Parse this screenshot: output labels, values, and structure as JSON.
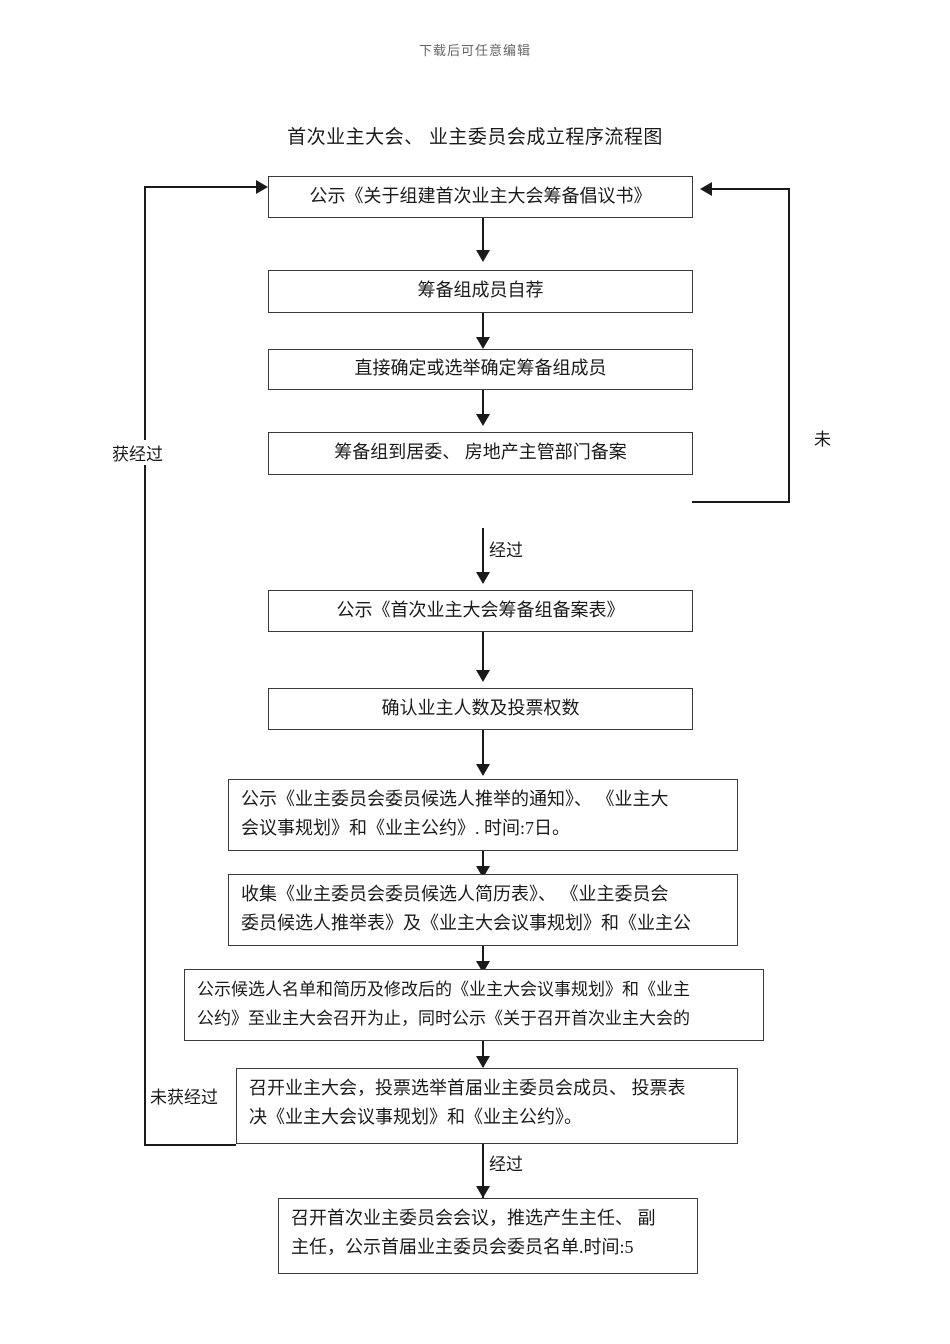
{
  "page": {
    "watermark_header": "下载后可任意编辑",
    "title": "首次业主大会、 业主委员会成立程序流程图"
  },
  "flowchart": {
    "type": "flowchart",
    "orientation": "top-to-bottom",
    "nodes": [
      {
        "id": "n1",
        "label": "公示《关于组建首次业主大会筹备倡议书》",
        "lines": [
          "公示《关于组建首次业主大会筹备倡议书》"
        ]
      },
      {
        "id": "n2",
        "label": "筹备组成员自荐",
        "lines": [
          "筹备组成员自荐"
        ]
      },
      {
        "id": "n3",
        "label": "直接确定或选举确定筹备组成员",
        "lines": [
          "直接确定或选举确定筹备组成员"
        ]
      },
      {
        "id": "n4",
        "label": "筹备组到居委、 房地产主管部门备案",
        "lines": [
          "筹备组到居委、 房地产主管部门备案"
        ]
      },
      {
        "id": "n5",
        "label": "公示《首次业主大会筹备组备案表》",
        "lines": [
          "公示《首次业主大会筹备组备案表》"
        ]
      },
      {
        "id": "n6",
        "label": "确认业主人数及投票权数",
        "lines": [
          "确认业主人数及投票权数"
        ]
      },
      {
        "id": "n7",
        "label": "公示《业主委员会委员候选人推举的通知》、 《业主大会议事规划》和《业主公约》. 时间:7日。",
        "lines": [
          "公示《业主委员会委员候选人推举的通知》、 《业主大",
          "会议事规划》和《业主公约》. 时间:7日。"
        ]
      },
      {
        "id": "n8",
        "label": "收集《业主委员会委员候选人简历表》、 《业主委员会委员候选人推举表》及《业主大会议事规划》和《业主公",
        "lines": [
          "收集《业主委员会委员候选人简历表》、 《业主委员会",
          "委员候选人推举表》及《业主大会议事规划》和《业主公"
        ]
      },
      {
        "id": "n9",
        "label": "公示候选人名单和简历及修改后的《业主大会议事规划》和《业主公约》至业主大会召开为止，同时公示《关于召开首次业主大会的",
        "lines": [
          "公示候选人名单和简历及修改后的《业主大会议事规划》和《业主",
          "公约》至业主大会召开为止，同时公示《关于召开首次业主大会的"
        ]
      },
      {
        "id": "n10",
        "label": "召开业主大会，投票选举首届业主委员会成员、 投票表决《业主大会议事规划》和《业主公约》。",
        "lines": [
          "召开业主大会，投票选举首届业主委员会成员、 投票表",
          "决《业主大会议事规划》和《业主公约》。"
        ]
      },
      {
        "id": "n11",
        "label": "召开首次业主委员会会议，推选产生主任、 副主任，公示首届业主委员会委员名单.时间:5",
        "lines": [
          "召开首次业主委员会会议，推选产生主任、 副",
          "主任，公示首届业主委员会委员名单.时间:5"
        ]
      }
    ],
    "edge_labels": [
      {
        "id": "e-left-top",
        "text": "获经过"
      },
      {
        "id": "e-right-top",
        "text": "未"
      },
      {
        "id": "e-mid-pass",
        "text": "经过"
      },
      {
        "id": "e-left-bottom",
        "text": "未获经过"
      },
      {
        "id": "e-bottom-pass",
        "text": "经过"
      }
    ],
    "colors": {
      "line": "#1a1a1a",
      "box_border": "#3a3a3a",
      "text": "#1a1a1a",
      "watermark": "#666666",
      "background": "#ffffff"
    }
  }
}
